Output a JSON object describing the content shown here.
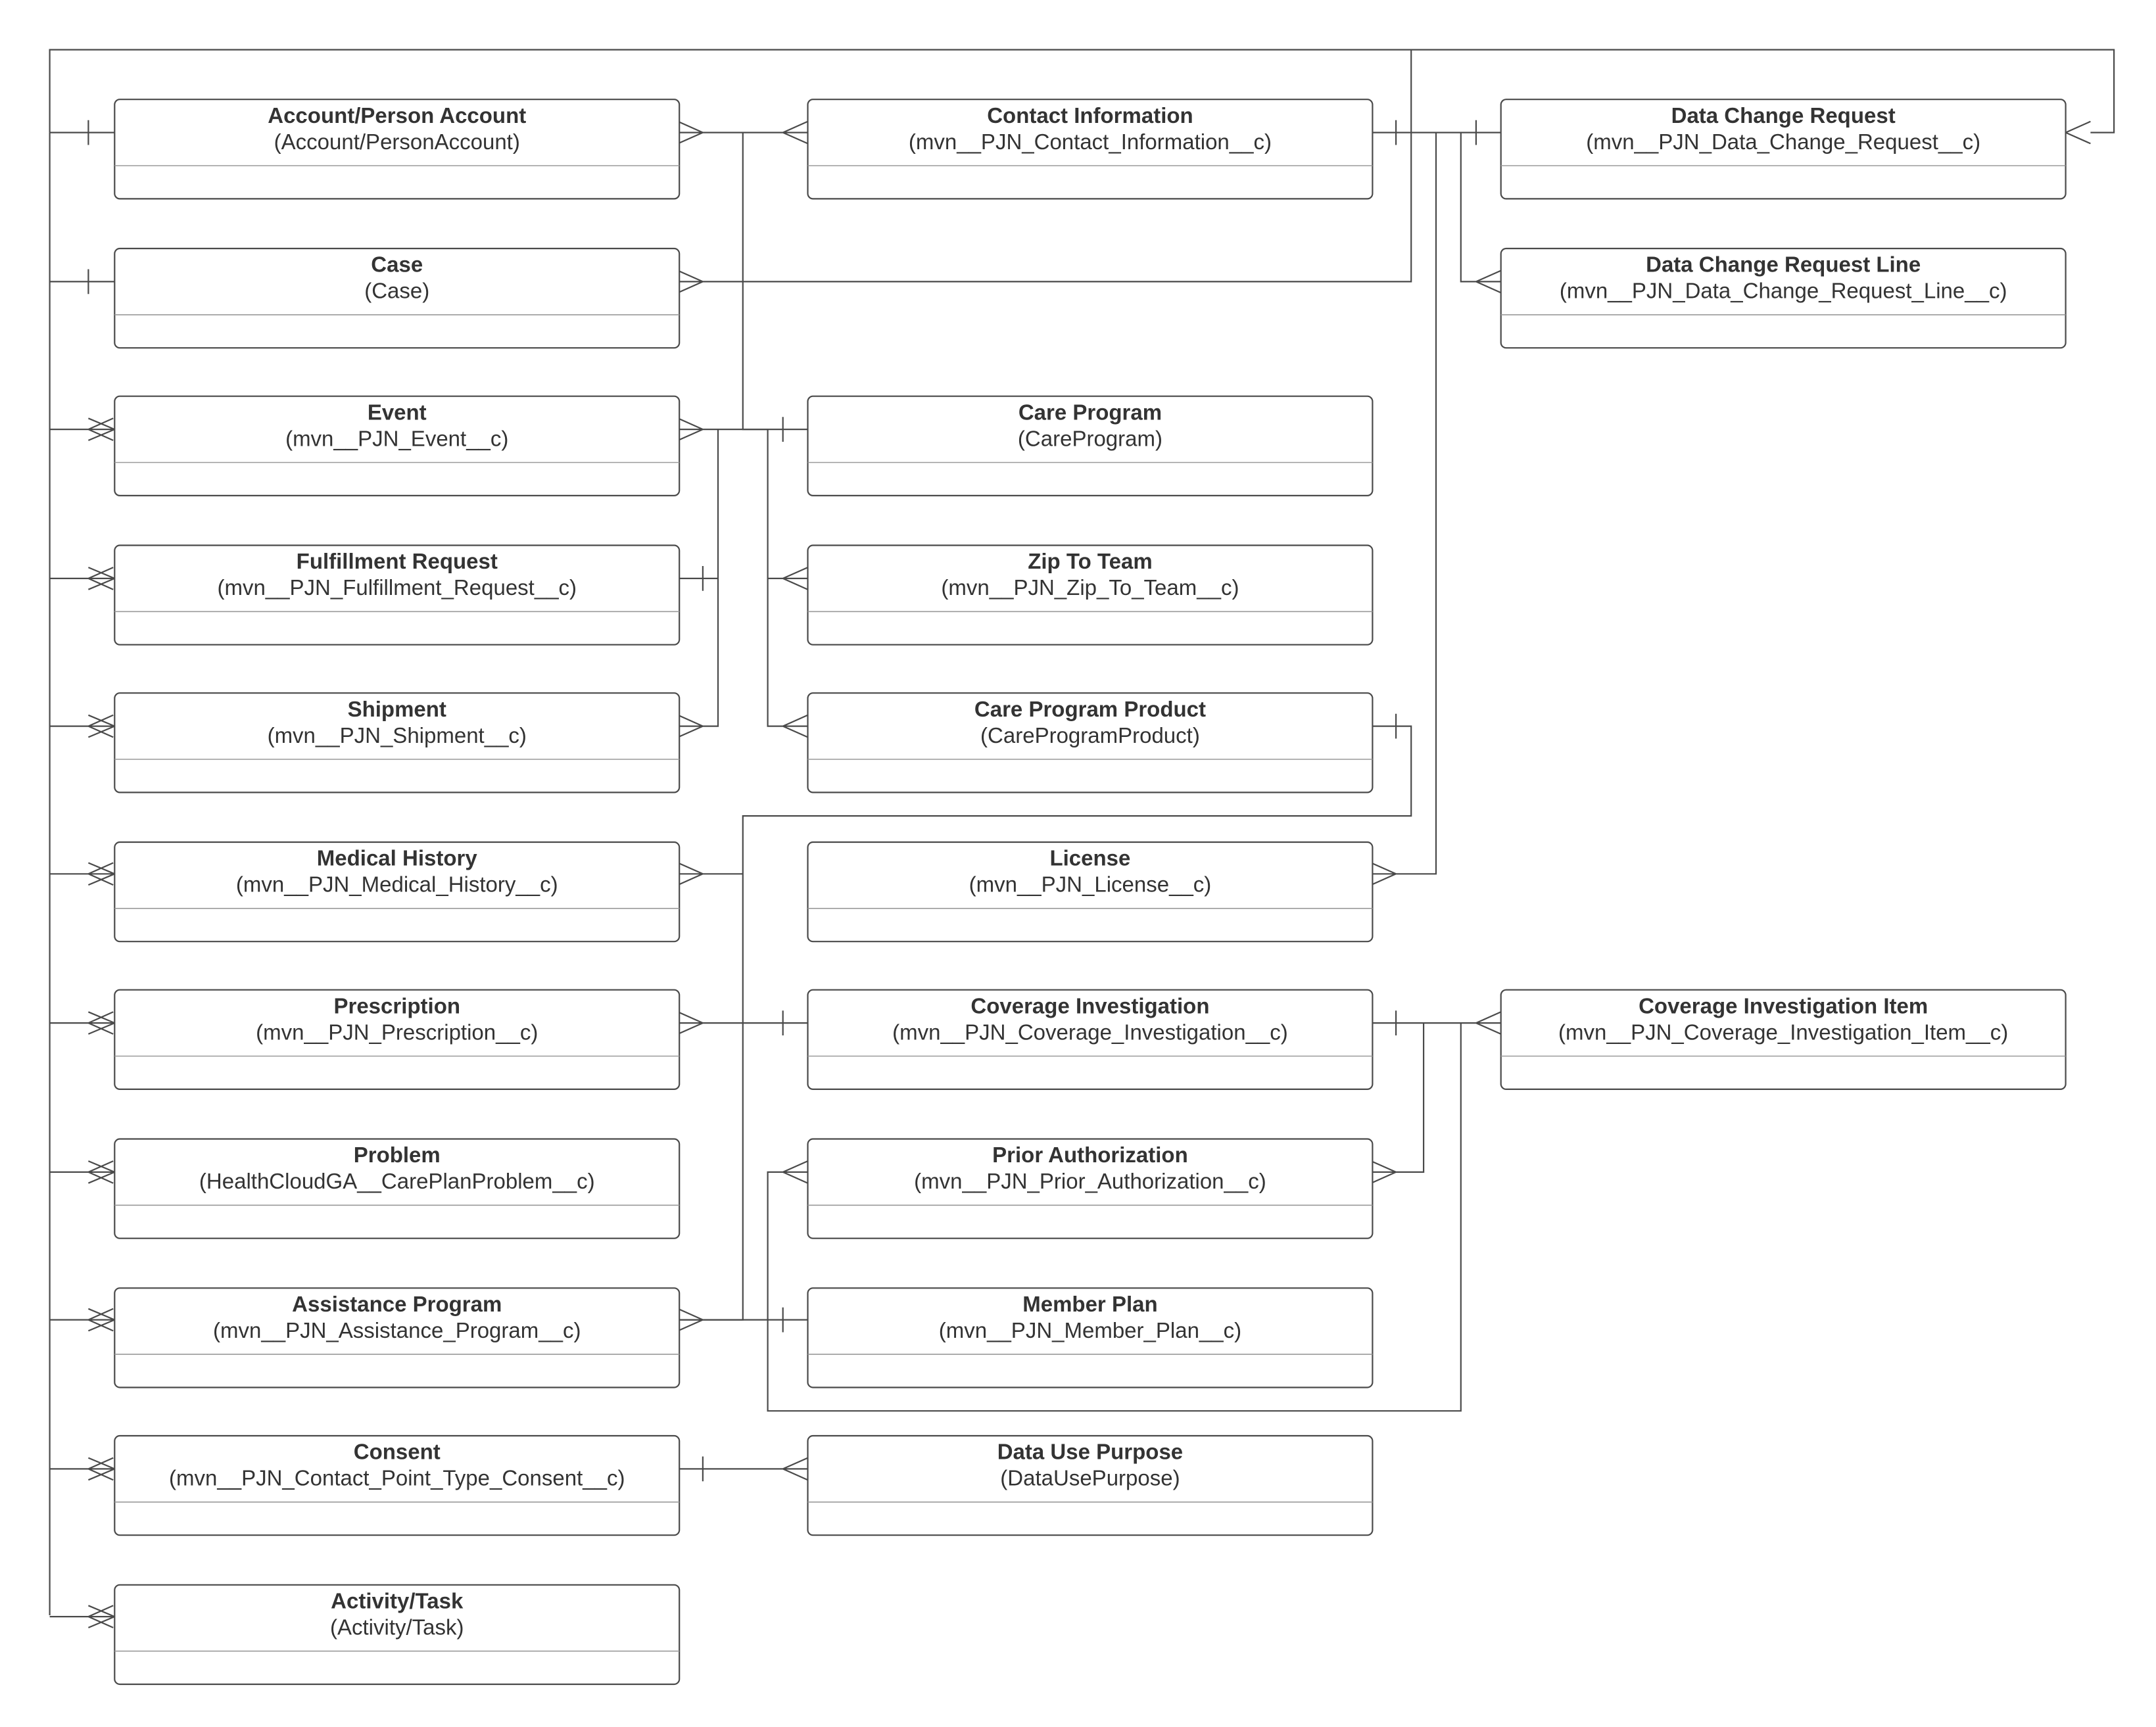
{
  "entities": [
    {
      "id": "account",
      "title": "Account/Person Account",
      "subtitle": "(Account/PersonAccount)"
    },
    {
      "id": "contact-info",
      "title": "Contact Information",
      "subtitle": "(mvn__PJN_Contact_Information__c)"
    },
    {
      "id": "dcr",
      "title": "Data Change Request",
      "subtitle": "(mvn__PJN_Data_Change_Request__c)"
    },
    {
      "id": "case",
      "title": "Case",
      "subtitle": "(Case)"
    },
    {
      "id": "dcr-line",
      "title": "Data Change Request Line",
      "subtitle": "(mvn__PJN_Data_Change_Request_Line__c)"
    },
    {
      "id": "event",
      "title": "Event",
      "subtitle": "(mvn__PJN_Event__c)"
    },
    {
      "id": "care-program",
      "title": "Care Program",
      "subtitle": "(CareProgram)"
    },
    {
      "id": "fulfillment",
      "title": "Fulfillment Request",
      "subtitle": "(mvn__PJN_Fulfillment_Request__c)"
    },
    {
      "id": "zip-to-team",
      "title": "Zip To Team",
      "subtitle": "(mvn__PJN_Zip_To_Team__c)"
    },
    {
      "id": "shipment",
      "title": "Shipment",
      "subtitle": "(mvn__PJN_Shipment__c)"
    },
    {
      "id": "care-program-product",
      "title": "Care Program Product",
      "subtitle": "(CareProgramProduct)"
    },
    {
      "id": "medical-history",
      "title": "Medical History",
      "subtitle": "(mvn__PJN_Medical_History__c)"
    },
    {
      "id": "license",
      "title": "License",
      "subtitle": "(mvn__PJN_License__c)"
    },
    {
      "id": "prescription",
      "title": "Prescription",
      "subtitle": "(mvn__PJN_Prescription__c)"
    },
    {
      "id": "coverage-investigation",
      "title": "Coverage Investigation",
      "subtitle": "(mvn__PJN_Coverage_Investigation__c)"
    },
    {
      "id": "coverage-investigation-item",
      "title": "Coverage Investigation Item",
      "subtitle": "(mvn__PJN_Coverage_Investigation_Item__c)"
    },
    {
      "id": "problem",
      "title": "Problem",
      "subtitle": "(HealthCloudGA__CarePlanProblem__c)"
    },
    {
      "id": "prior-authorization",
      "title": "Prior Authorization",
      "subtitle": "(mvn__PJN_Prior_Authorization__c)"
    },
    {
      "id": "assistance-program",
      "title": "Assistance Program",
      "subtitle": "(mvn__PJN_Assistance_Program__c)"
    },
    {
      "id": "member-plan",
      "title": "Member Plan",
      "subtitle": "(mvn__PJN_Member_Plan__c)"
    },
    {
      "id": "consent",
      "title": "Consent",
      "subtitle": "(mvn__PJN_Contact_Point_Type_Consent__c)"
    },
    {
      "id": "data-use-purpose",
      "title": "Data Use Purpose",
      "subtitle": "(DataUsePurpose)"
    },
    {
      "id": "activity-task",
      "title": "Activity/Task",
      "subtitle": "(Activity/Task)"
    }
  ]
}
